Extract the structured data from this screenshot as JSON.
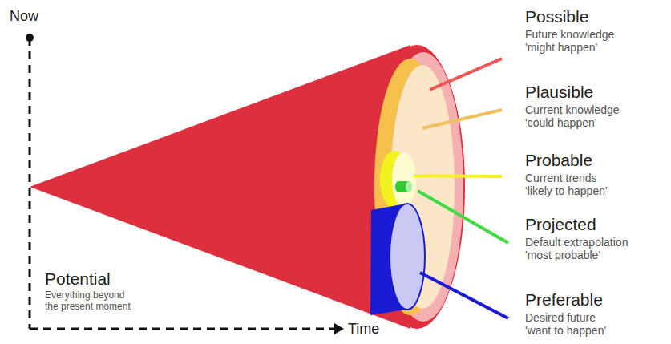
{
  "diagram": {
    "labels": [
      "Now",
      "Possible",
      "Future knowledge 'might happen'",
      "Plausible",
      "Current knowledge 'could happen'",
      "Probable",
      "Current trends 'likely to happen'",
      "Projected",
      "Default extrapolation 'most probable'",
      "Potential",
      "Everything beyond the present moment",
      "Preferable",
      "Desired future 'want to happen'",
      "Time"
    ]
  }
}
